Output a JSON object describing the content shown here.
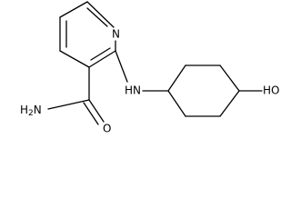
{
  "molecule": {
    "atom_labels": {
      "ring_nitrogen": "N",
      "amide_nitrogen": "H2N",
      "carbonyl_oxygen": "O",
      "amine": "HN",
      "hydroxyl": "HO"
    }
  },
  "colors": {
    "bond": "#000000",
    "background": "#ffffff"
  }
}
